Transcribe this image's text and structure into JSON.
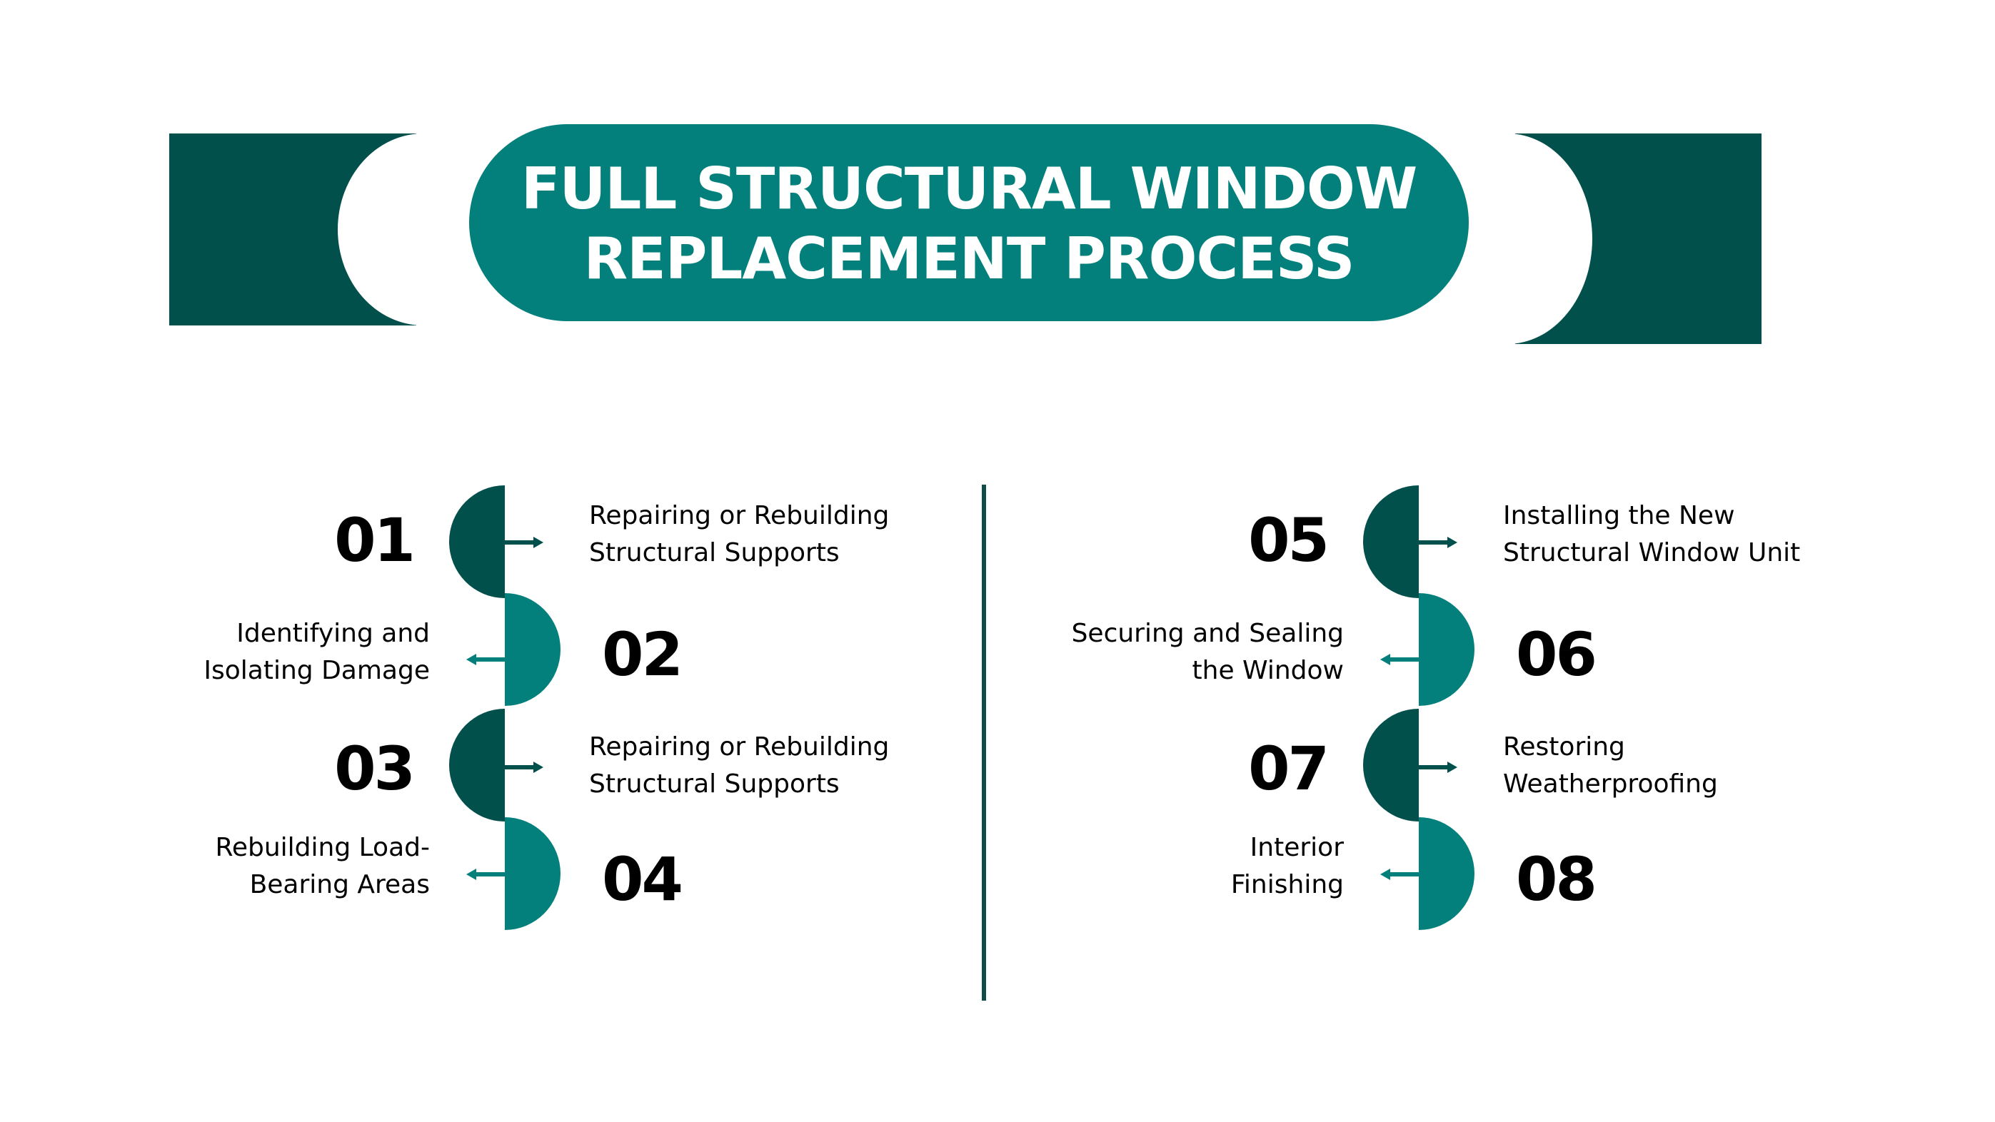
{
  "title": {
    "line1": "FULL STRUCTURAL WINDOW",
    "line2": "REPLACEMENT PROCESS"
  },
  "colors": {
    "dark": "#02504C",
    "teal": "#04807C",
    "divider": "#0F4D4A",
    "text": "#000000",
    "title_text": "#FFFFFF"
  },
  "steps": [
    {
      "number": "01",
      "line1": "Repairing or Rebuilding",
      "line2": "Structural Supports",
      "shape": "dark",
      "arrow": "right-arrow"
    },
    {
      "number": "02",
      "line1": "Identifying and",
      "line2": "Isolating Damage",
      "shape": "teal",
      "arrow": "left-arrow"
    },
    {
      "number": "03",
      "line1": "Repairing or Rebuilding",
      "line2": "Structural Supports",
      "shape": "dark",
      "arrow": "right-arrow"
    },
    {
      "number": "04",
      "line1": "Rebuilding Load-",
      "line2": "Bearing Areas",
      "shape": "teal",
      "arrow": "left-arrow"
    },
    {
      "number": "05",
      "line1": "Installing the New",
      "line2": "Structural Window Unit",
      "shape": "dark",
      "arrow": "right-arrow"
    },
    {
      "number": "06",
      "line1": "Securing and Sealing",
      "line2": "the Window",
      "shape": "teal",
      "arrow": "left-arrow"
    },
    {
      "number": "07",
      "line1": "Restoring",
      "line2": "Weatherproofing",
      "shape": "dark",
      "arrow": "right-arrow"
    },
    {
      "number": "08",
      "line1": "Interior",
      "line2": "Finishing",
      "shape": "teal",
      "arrow": "left-arrow"
    }
  ]
}
